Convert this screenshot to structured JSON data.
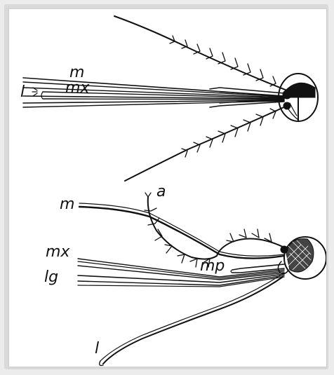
{
  "figure": {
    "top": {
      "labels": {
        "m": "m",
        "mx": "mx",
        "l": "l"
      }
    },
    "bottom": {
      "labels": {
        "a": "a",
        "m": "m",
        "mx": "mx",
        "lg": "lg",
        "mp": "mp",
        "l": "l"
      }
    }
  },
  "colors": {
    "ink": "#111111",
    "paper": "#ffffff",
    "frame": "#d9d9d9"
  }
}
